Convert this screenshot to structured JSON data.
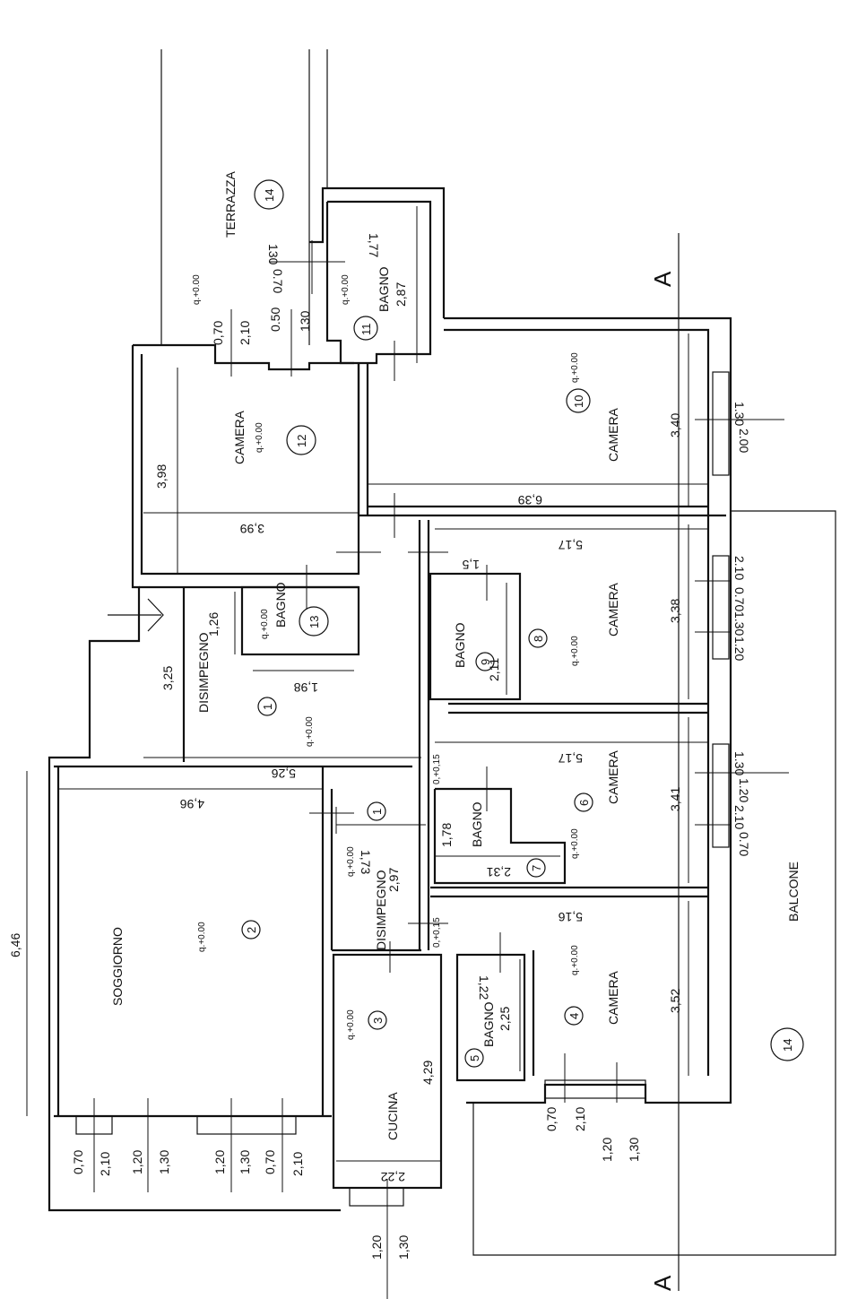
{
  "rooms": {
    "terrazza_label": "TERRAZZA",
    "balcone_label": "BALCONE",
    "soggiorno_label": "SOGGIORNO",
    "cucina_label": "CUCINA",
    "disimpegno_label": "DISIMPEGNO",
    "camera_label": "CAMERA",
    "bagno_label": "BAGNO"
  },
  "level_mark": "q.+0.00",
  "numbers": [
    "1",
    "2",
    "3",
    "4",
    "5",
    "6",
    "7",
    "8",
    "9",
    "10",
    "11",
    "12",
    "13",
    "14"
  ],
  "section_mark": "A",
  "dimensions": {
    "total_height": "6,46",
    "soggiorno_w": "4,96",
    "soggiorno_top": "5,26",
    "camera12_h": "3,98",
    "camera12_w": "3,99",
    "bagno13_w": "1,26",
    "disimpegno1_h": "3,25",
    "disimpegno1_w": "1,98",
    "camera10_h": "3,40",
    "camera_long": "6,39",
    "camera8_w": "5,17",
    "camera8_h": "3,38",
    "bagno9_h": "2,11",
    "bagno9_w": "1,5",
    "camera6_w": "5,17",
    "camera6_h": "3,41",
    "bagno7_h": "1,78",
    "bagno7_w": "2,31",
    "disimpegno2_a": "1,73",
    "disimpegno2_b": "2,97",
    "camera4_w": "5,16",
    "camera4_h": "3,52",
    "bagno5_a": "1,22",
    "bagno5_b": "2,25",
    "cucina_h": "4,29",
    "cucina_w": "2,22",
    "bagno11_a": "1,77",
    "bagno11_b": "2,87",
    "step_a": "0,+0,15",
    "step_b": "0,+0,15"
  },
  "windows": {
    "w_070": "0,70",
    "w_210": "2,10",
    "w_120": "1,20",
    "w_130": "1,30",
    "w_050": "0.50",
    "w_130b": "130",
    "w_070b": "0.70",
    "w_210b": "2.10",
    "w_130c": "1.30",
    "w_200": "2.00",
    "w_120b": "1.20",
    "w_070c": "0.70"
  }
}
